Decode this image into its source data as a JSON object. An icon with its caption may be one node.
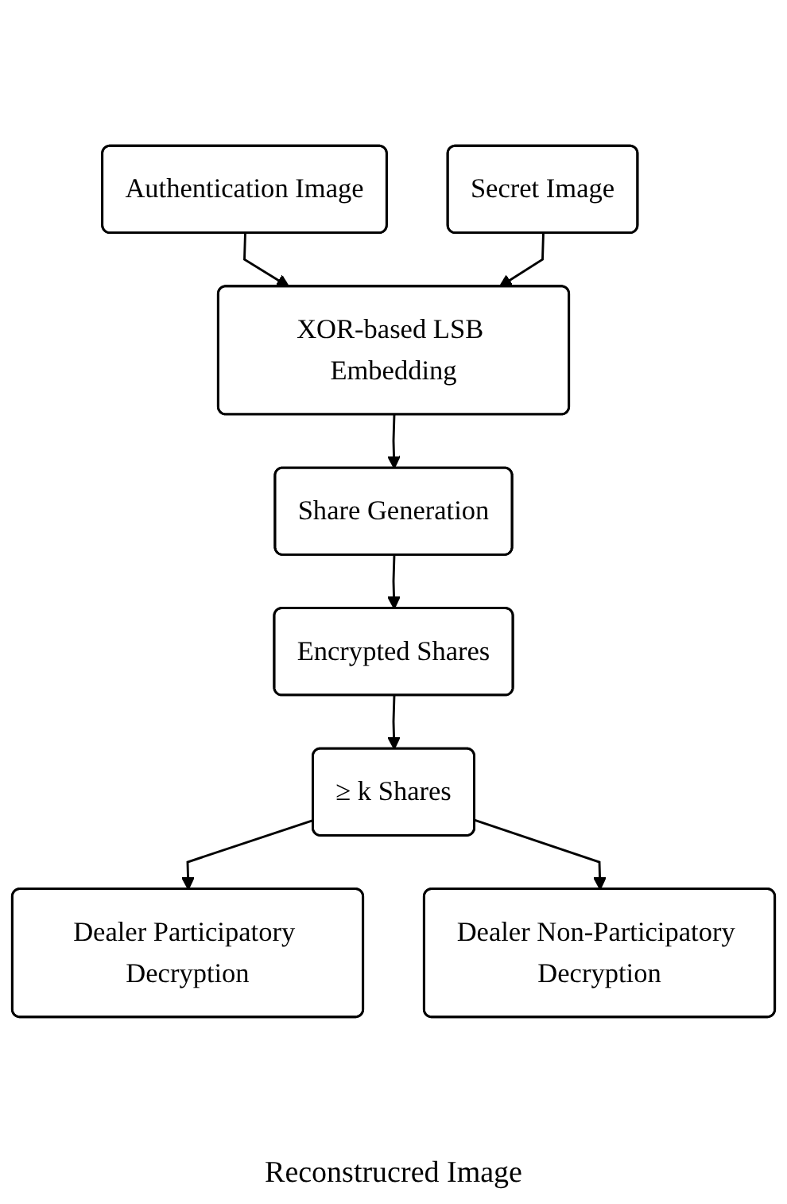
{
  "diagram": {
    "caption": "Reconstrucred Image",
    "nodes": [
      {
        "text": [
          "Authentication Image"
        ]
      },
      {
        "text": [
          "Secret Image"
        ]
      },
      {
        "text": [
          "XOR-based LSB Embedding"
        ]
      },
      {
        "text": [
          "Share Generation"
        ]
      },
      {
        "text": [
          "Encrypted Shares"
        ]
      },
      {
        "text": [
          "≥ k Shares"
        ]
      },
      {
        "text": [
          "Dealer Participatory Decryption"
        ]
      },
      {
        "text": [
          "Dealer Non-Participatory Decryption"
        ]
      }
    ],
    "edges": [
      {
        "from": 0,
        "to": 2,
        "arrow": "to"
      },
      {
        "from": 1,
        "to": 2,
        "arrow": "to"
      },
      {
        "from": 2,
        "to": 3,
        "arrow": "to"
      },
      {
        "from": 3,
        "to": 4,
        "arrow": "to"
      },
      {
        "from": 4,
        "to": 5,
        "arrow": "to"
      },
      {
        "from": 5,
        "to": 6,
        "arrow": "to"
      },
      {
        "from": 5,
        "to": 7,
        "arrow": "to"
      }
    ]
  }
}
